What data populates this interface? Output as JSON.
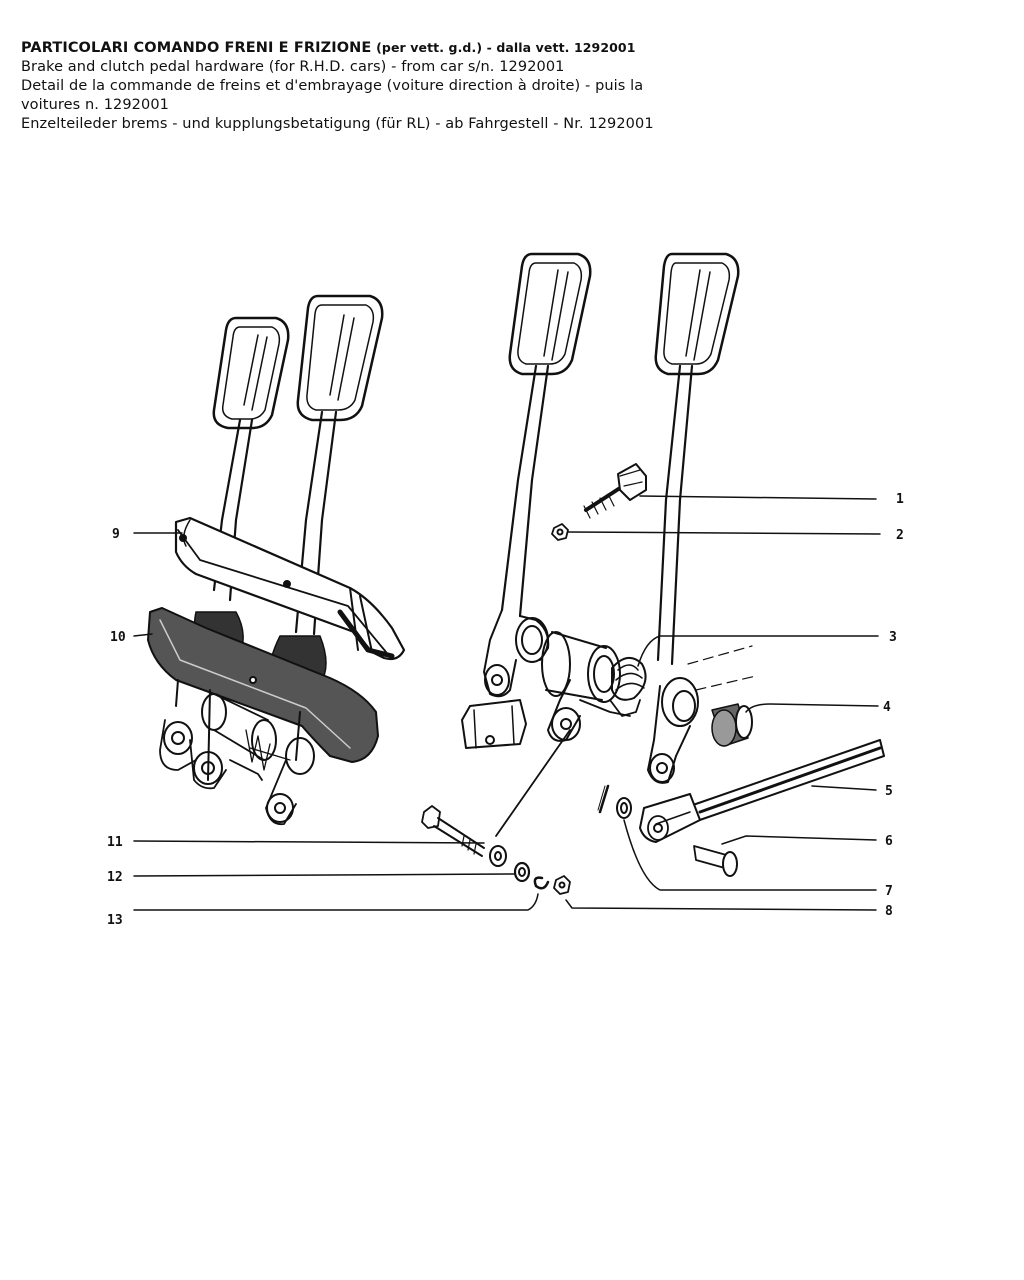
{
  "header": {
    "title_bold": "PARTICOLARI COMANDO FRENI E FRIZIONE",
    "title_suffix": "(per vett. g.d.) - dalla vett. 1292001",
    "line_en": "Brake and clutch pedal hardware (for R.H.D. cars) - from car s/n. 1292001",
    "line_fr_1": "Detail de la commande de freins et d'embrayage (voiture direction à droite) - puis la",
    "line_fr_2": "voitures n. 1292001",
    "line_de": "Enzelteileder brems - und kupplungsbetatigung (für RL) - ab Fahrgestell - Nr. 1292001"
  },
  "callouts": {
    "c1": "1",
    "c2": "2",
    "c3": "3",
    "c4": "4",
    "c5": "5",
    "c6": "6",
    "c7": "7",
    "c8": "8",
    "c9": "9",
    "c10": "10",
    "c11": "11",
    "c12": "12",
    "c13": "13"
  }
}
